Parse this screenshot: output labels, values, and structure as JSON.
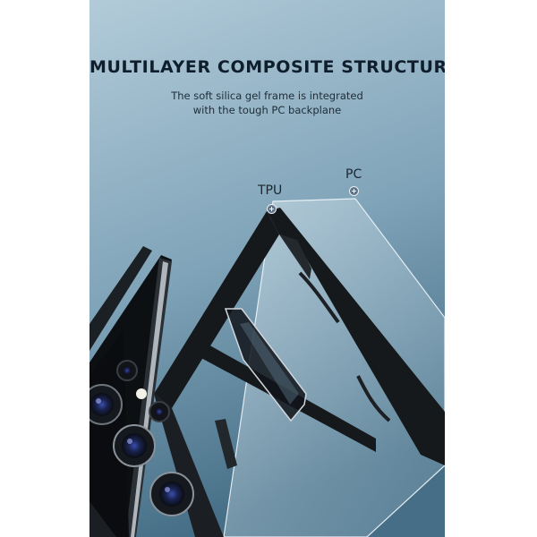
{
  "headline": "MULTILAYER COMPOSITE STRUCTURE",
  "subtitle": {
    "line1": "The soft silica gel frame is integrated",
    "line2": "with the tough PC backplane"
  },
  "callouts": [
    {
      "label": "TPU",
      "marker": "+"
    },
    {
      "label": "PC",
      "marker": "+"
    }
  ],
  "colors": {
    "background_top": "#a9c4d4",
    "background_bottom": "#4f7990",
    "frame": "#16191c",
    "headline": "#0f1e2c"
  }
}
